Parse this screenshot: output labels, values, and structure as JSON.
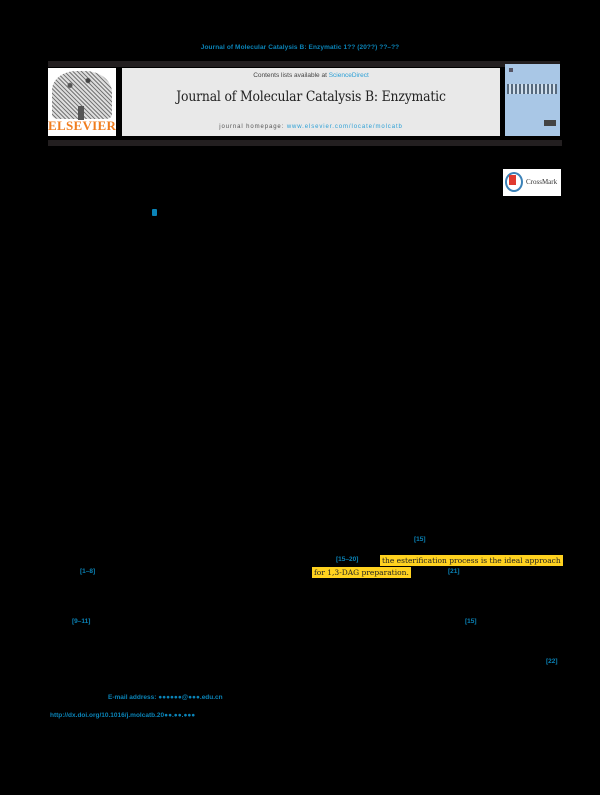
{
  "header": {
    "citation": "Journal of Molecular Catalysis B: Enzymatic 1?? (20??) ??–??",
    "contents_prefix": "Contents lists available at ",
    "contents_link": "ScienceDirect",
    "journal_title": "Journal of Molecular Catalysis B: Enzymatic",
    "homepage_prefix": "journal homepage: ",
    "homepage_url": "www.elsevier.com/locate/molcatb",
    "publisher_logo": "ELSEVIER",
    "crossmark_label": "CrossMark"
  },
  "body": {
    "affiliation_marker": "⁎",
    "references": {
      "r1": "[15]",
      "r2": "[15–20]",
      "r3": "[1–8]",
      "r4": "[21]",
      "r5": "[9–11]",
      "r6": "[15]",
      "r7": "[22]"
    },
    "highlight": {
      "line1": "the esterification process is the ideal approach",
      "line2": "for 1,3-DAG preparation."
    }
  },
  "footer": {
    "email": "E-mail address: ●●●●●●@●●●.edu.cn",
    "doi": "http://dx.doi.org/10.1016/j.molcatb.20●●.●●.●●●"
  },
  "colors": {
    "link": "#0a84b8",
    "highlight": "#ffd21f",
    "elsevier_orange": "#f07d1e",
    "masthead_bg": "#e9e9e9"
  }
}
